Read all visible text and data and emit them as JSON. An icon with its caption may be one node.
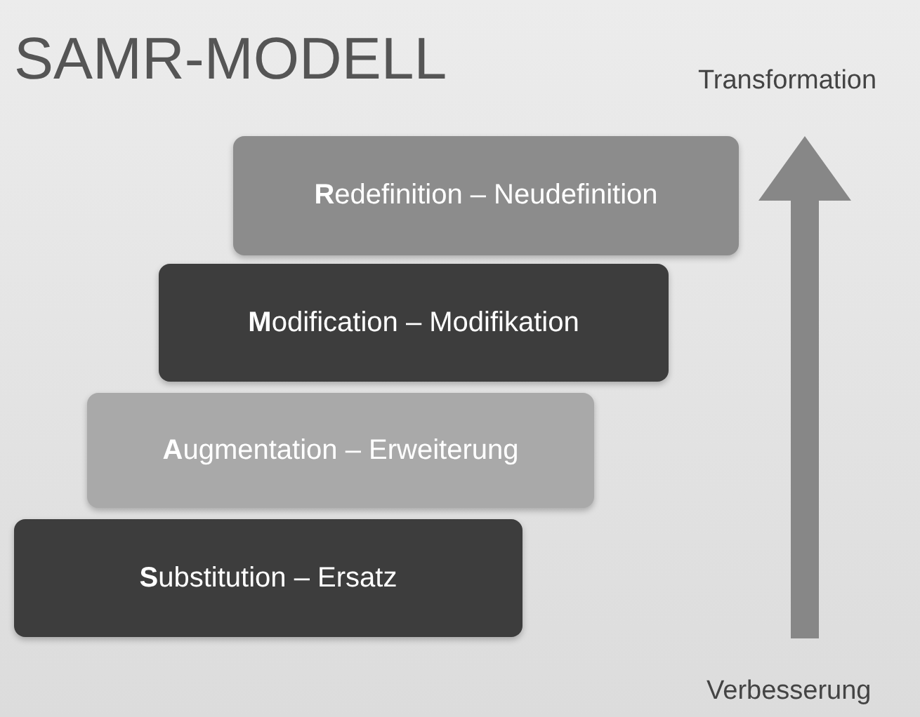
{
  "diagram": {
    "title": "SAMR-MODELL",
    "nodes": [
      {
        "text": [
          "**R**edefinition – Neudefinition"
        ]
      },
      {
        "text": [
          "**M**odification – Modifikation"
        ]
      },
      {
        "text": [
          "**A**ugmentation – Erweiterung"
        ]
      },
      {
        "text": [
          "**S**ubstitution – Ersatz"
        ]
      }
    ],
    "labels": [
      "Transformation",
      "Verbesserung"
    ]
  }
}
